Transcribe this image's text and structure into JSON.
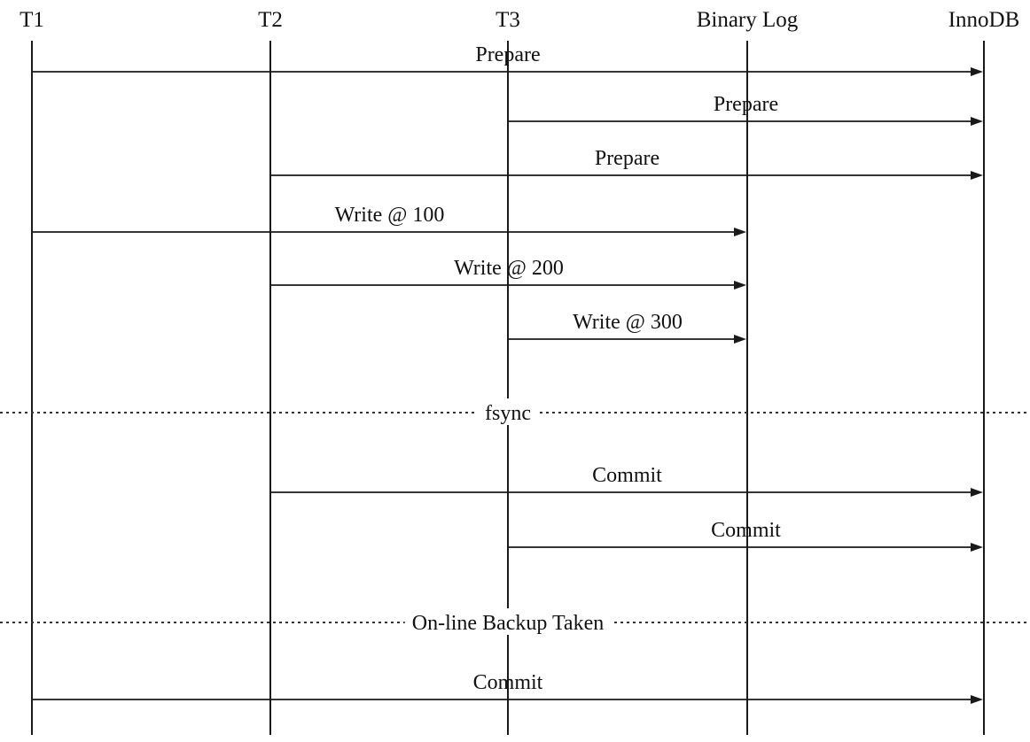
{
  "lifelines": [
    {
      "id": "t1",
      "label": "T1"
    },
    {
      "id": "t2",
      "label": "T2"
    },
    {
      "id": "t3",
      "label": "T3"
    },
    {
      "id": "binlog",
      "label": "Binary Log"
    },
    {
      "id": "innodb",
      "label": "InnoDB"
    }
  ],
  "messages": [
    {
      "from": "t1",
      "to": "innodb",
      "label": "Prepare"
    },
    {
      "from": "t3",
      "to": "innodb",
      "label": "Prepare"
    },
    {
      "from": "t2",
      "to": "innodb",
      "label": "Prepare"
    },
    {
      "from": "t1",
      "to": "binlog",
      "label": "Write @ 100"
    },
    {
      "from": "t2",
      "to": "binlog",
      "label": "Write @ 200"
    },
    {
      "from": "t3",
      "to": "binlog",
      "label": "Write @ 300"
    },
    {
      "from": "t2",
      "to": "innodb",
      "label": "Commit"
    },
    {
      "from": "t3",
      "to": "innodb",
      "label": "Commit"
    },
    {
      "from": "t1",
      "to": "innodb",
      "label": "Commit"
    }
  ],
  "separators": [
    {
      "label": "fsync"
    },
    {
      "label": "On-line Backup Taken"
    }
  ]
}
